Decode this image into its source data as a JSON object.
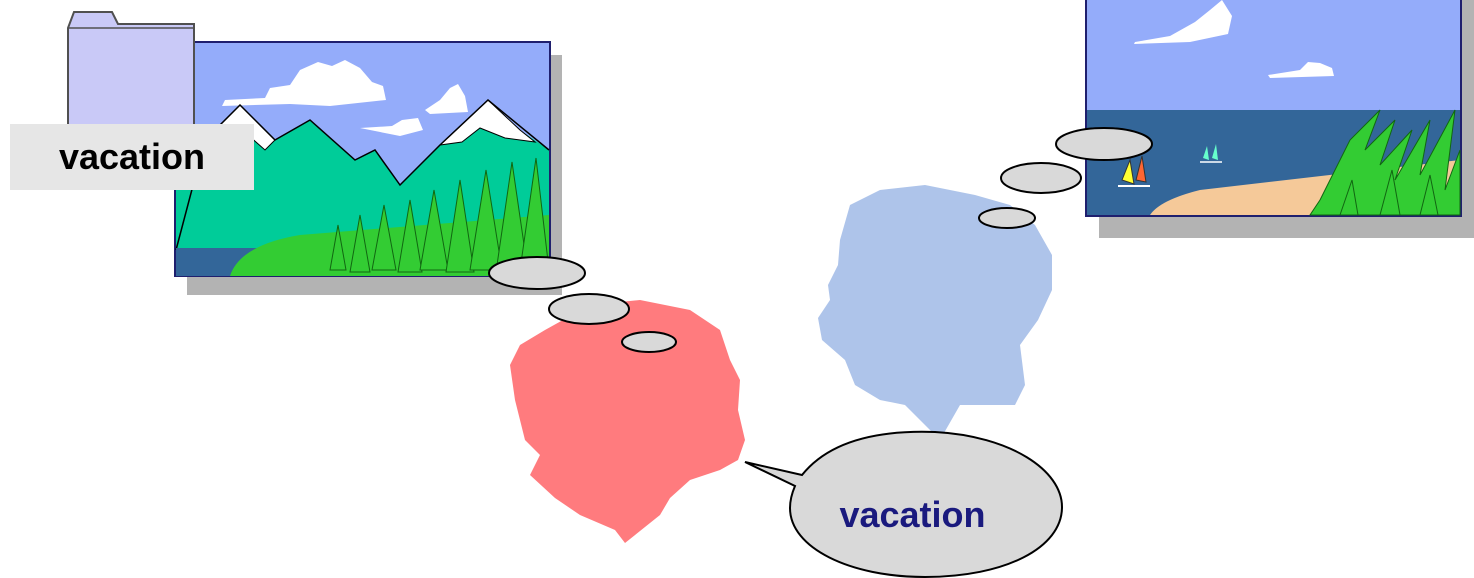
{
  "folder": {
    "label": "vacation",
    "icon": "folder-icon"
  },
  "speech": {
    "text": "vacation"
  },
  "pictures": [
    {
      "name": "mountain-landscape",
      "icon": "mountain-picture"
    },
    {
      "name": "beach-landscape",
      "icon": "beach-picture"
    }
  ],
  "people": [
    {
      "name": "speaker-head",
      "color": "#ff7b7e"
    },
    {
      "name": "listener-head",
      "color": "#aec4ea"
    }
  ],
  "colors": {
    "sky": "#94acfa",
    "mountain": "#00cc99",
    "sea": "#336699",
    "sand": "#f5c999",
    "palm": "#33cc33",
    "bubble": "#d9d9d9",
    "text_dark": "#1a1a7e"
  }
}
